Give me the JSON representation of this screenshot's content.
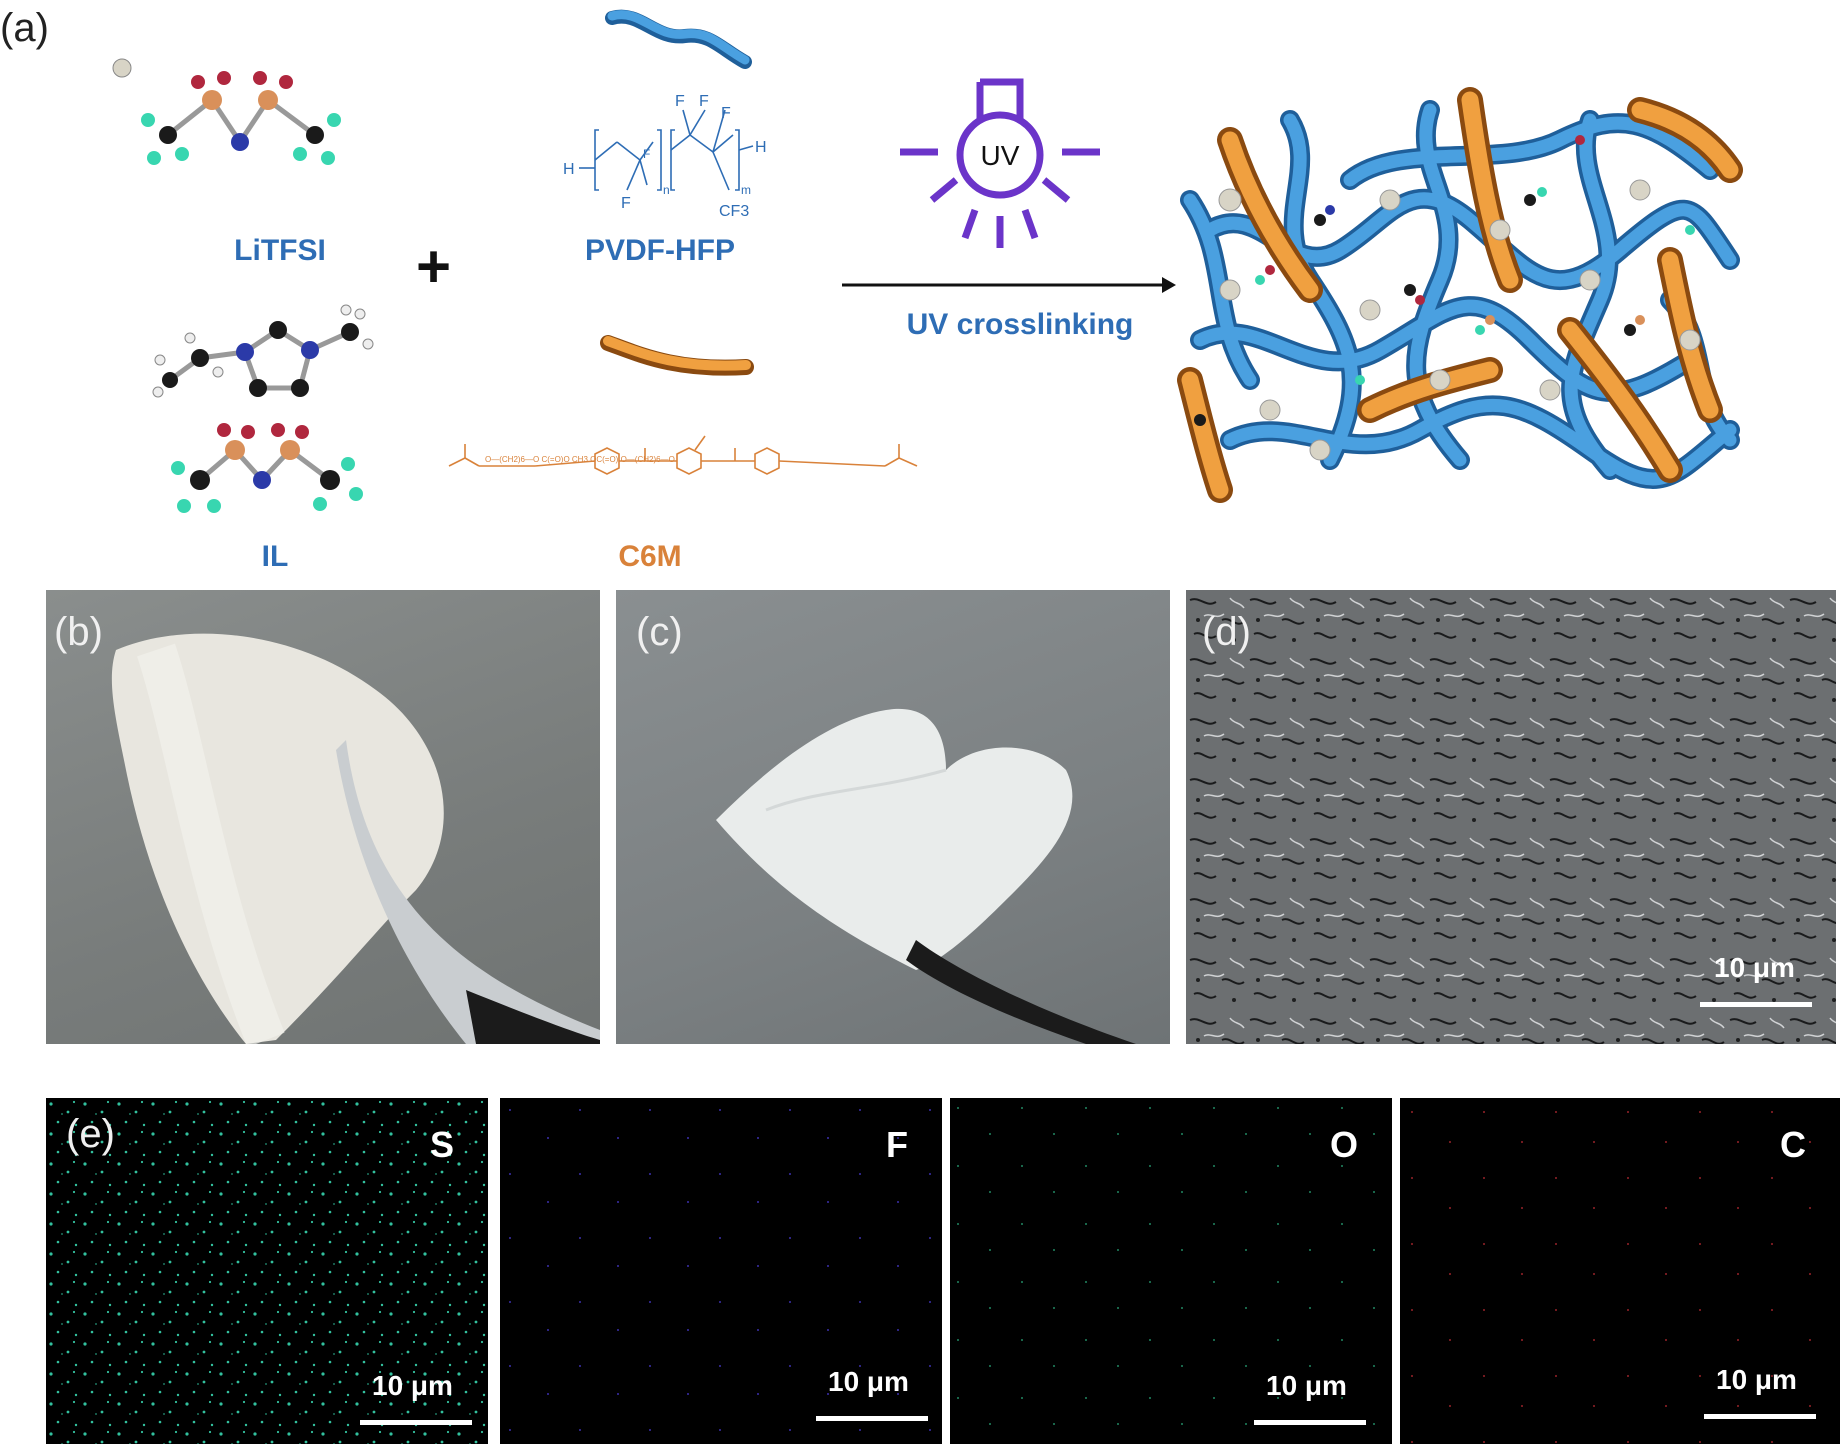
{
  "panels": {
    "a": "(a)",
    "b": "(b)",
    "c": "(c)",
    "d": "(d)",
    "e": "(e)"
  },
  "scheme": {
    "litfsi_label": "LiTFSI",
    "plus_sign": "+",
    "pvdf_label": "PVDF-HFP",
    "il_label": "IL",
    "c6m_label": "C6M",
    "uv_bulb_text": "UV",
    "arrow_label": "UV crosslinking",
    "pvdf_formula": {
      "h_left": "H",
      "h_right": "H",
      "f1": "F",
      "f2": "F",
      "f3": "F",
      "f4": "F",
      "f5": "F",
      "cf3": "CF3",
      "n": "n",
      "m": "m"
    },
    "c6m_formula_text": "O—(CH2)6—O   C(=O)O   CH3   OC(=O)   O—(CH2)6—O"
  },
  "photos": {
    "d_scale": "10 μm"
  },
  "eds": [
    {
      "element": "S",
      "scale": "10 μm",
      "color": "#38d6b0"
    },
    {
      "element": "F",
      "scale": "10 μm",
      "color": "#4a3bd6"
    },
    {
      "element": "O",
      "scale": "10 μm",
      "color": "#2fbf8a"
    },
    {
      "element": "C",
      "scale": "10 μm",
      "color": "#d6303a"
    }
  ],
  "colors": {
    "pvdf_blue": "#3f8fd2",
    "c6m_orange": "#e08a2a",
    "uv_purple": "#6b34c9",
    "label_blue": "#2e6db5",
    "label_orange": "#d9823a"
  }
}
